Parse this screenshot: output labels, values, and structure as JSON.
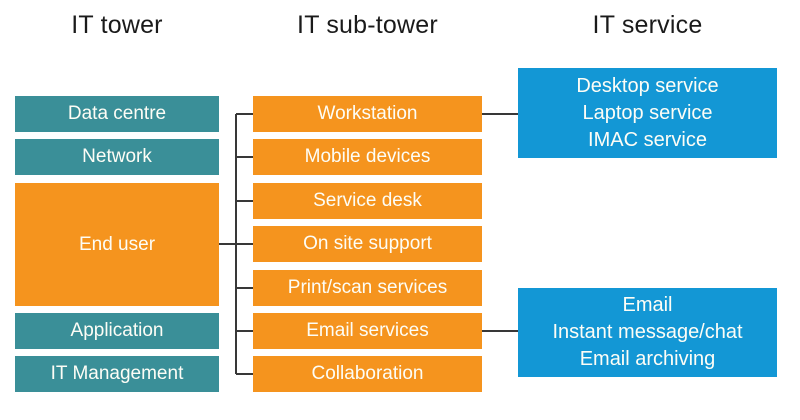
{
  "columns": {
    "tower": {
      "heading": "IT tower",
      "items": [
        {
          "label": "Data centre",
          "type": "teal"
        },
        {
          "label": "Network",
          "type": "teal"
        },
        {
          "label": "End user",
          "type": "orange"
        },
        {
          "label": "Application",
          "type": "teal"
        },
        {
          "label": "IT Management",
          "type": "teal"
        }
      ]
    },
    "subtower": {
      "heading": "IT sub-tower",
      "items": [
        {
          "label": "Workstation"
        },
        {
          "label": "Mobile devices"
        },
        {
          "label": "Service desk"
        },
        {
          "label": "On site support"
        },
        {
          "label": "Print/scan services"
        },
        {
          "label": "Email services"
        },
        {
          "label": "Collaboration"
        }
      ]
    },
    "service": {
      "heading": "IT service",
      "groups": [
        {
          "connects_from": "Workstation",
          "lines": [
            "Desktop service",
            "Laptop service",
            "IMAC service"
          ]
        },
        {
          "connects_from": "Email services",
          "lines": [
            "Email",
            "Instant message/chat",
            "Email archiving"
          ]
        }
      ]
    }
  },
  "colors": {
    "teal": "#3A8F98",
    "orange": "#F5941E",
    "blue": "#1397D5",
    "connector": "#383838",
    "heading_text": "#1A1A1A",
    "box_text": "#FDFDF6",
    "background": "#FFFFFF"
  }
}
